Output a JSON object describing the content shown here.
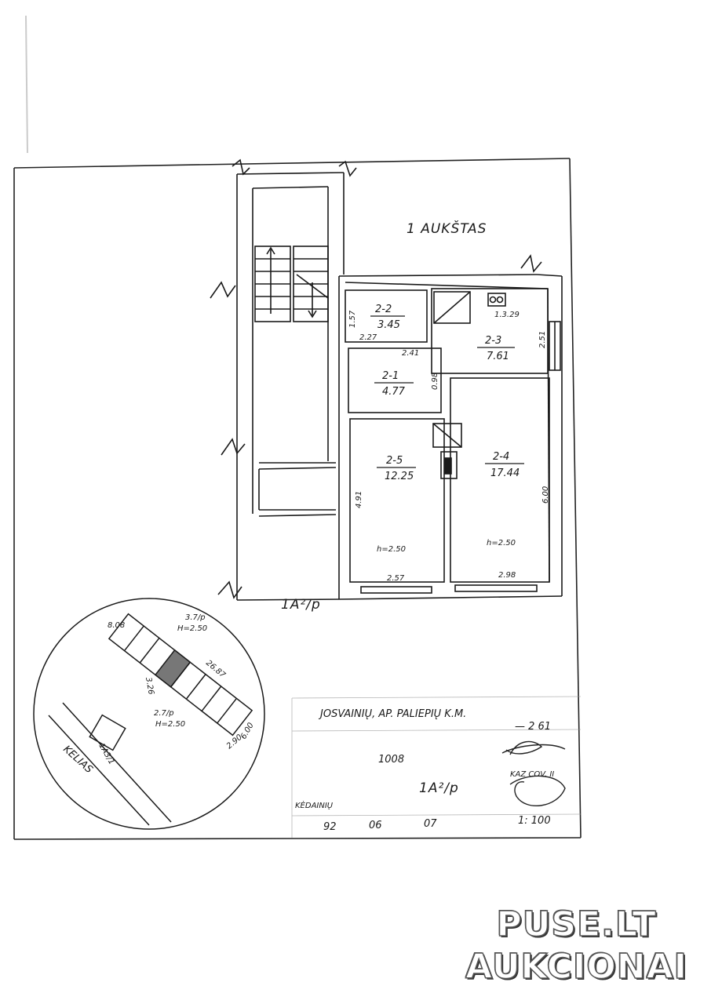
{
  "floor_title": "1 AUKŠTAS",
  "rooms": [
    {
      "id": "2-2",
      "area": "3.45"
    },
    {
      "id": "2-3",
      "area": "7.61"
    },
    {
      "id": "2-1",
      "area": "4.77"
    },
    {
      "id": "2-5",
      "area": "12.25"
    },
    {
      "id": "2-4",
      "area": "17.44"
    }
  ],
  "heights": {
    "room_2_5": "h=2.50",
    "room_2_4": "h=2.50"
  },
  "dimensions": {
    "d_157": "1.57",
    "d_227": "2.27",
    "d_241": "2.41",
    "d_098": "0.98",
    "d_251": "2.51",
    "d_329": "1.3.29",
    "d_491": "4.91",
    "d_600": "6.00",
    "d_257": "2.57",
    "d_298": "2.98"
  },
  "building_code": "1A²/p",
  "site_plan": {
    "d_808": "8.08",
    "d_3728": "3.26",
    "top_height_label": "3.7/p",
    "top_h": "H=2.50",
    "d_2687": "26.87",
    "bottom_height_label": "2.7/p",
    "bottom_h": "H=2.50",
    "d_600b": "6.00",
    "d_290": "2.90",
    "road_label": "KELIAS",
    "small_bldg": "1A3/1"
  },
  "stamp": {
    "address": "JOSVAINIŲ,  AP.   PALIEPIŲ   K.M.",
    "number": "— 2 61",
    "plot": "1008",
    "code": "1A²/p",
    "district": "KĖDAINIŲ",
    "date_year": "92",
    "date_month": "06",
    "date_day": "07",
    "scale": "1: 100",
    "official": "KAZ COV. II"
  },
  "watermark": {
    "line1": "PUSE.LT",
    "line2": "AUKCIONAI"
  }
}
